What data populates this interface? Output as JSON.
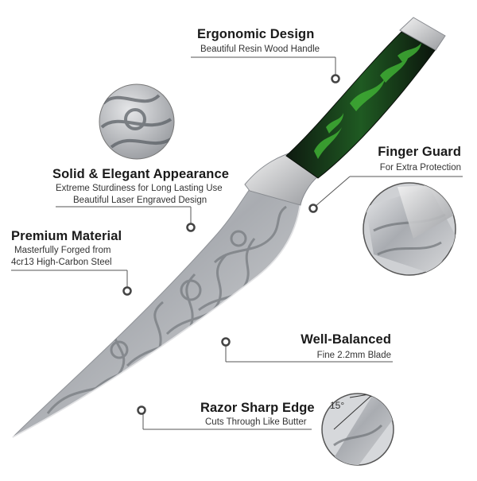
{
  "features": [
    {
      "id": "ergonomic",
      "title": "Ergonomic Design",
      "lines": [
        "Beautiful Resin Wood Handle"
      ]
    },
    {
      "id": "finger-guard",
      "title": "Finger Guard",
      "lines": [
        "For Extra Protection"
      ]
    },
    {
      "id": "solid",
      "title": "Solid & Elegant Appearance",
      "lines": [
        "Extreme Sturdiness for Long Lasting Use",
        "Beautiful Laser Engraved Design"
      ]
    },
    {
      "id": "premium",
      "title": "Premium Material",
      "lines": [
        "Masterfully Forged from",
        "4cr13 High-Carbon Steel"
      ]
    },
    {
      "id": "balanced",
      "title": "Well-Balanced",
      "lines": [
        "Fine 2.2mm Blade"
      ]
    },
    {
      "id": "razor",
      "title": "Razor Sharp Edge",
      "lines": [
        "Cuts Through Like Butter"
      ]
    }
  ],
  "angle_label": "15°",
  "colors": {
    "text": "#222222",
    "leader": "#555555",
    "handle_green": "#2f8a2a",
    "blade_steel": "#b9bcc0"
  }
}
